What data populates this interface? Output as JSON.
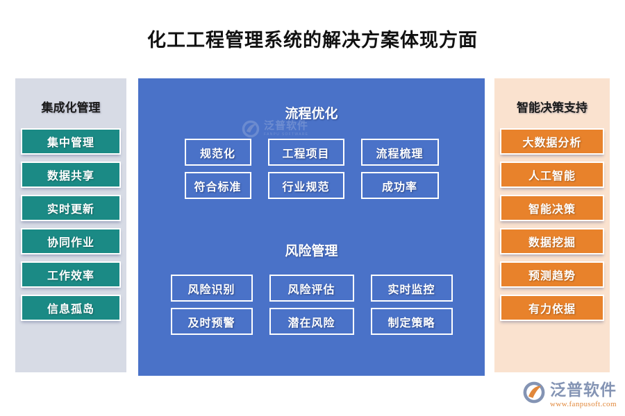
{
  "page": {
    "title": "化工工程管理系统的解决方案体现方面"
  },
  "left_column": {
    "header": "集成化管理",
    "accent_color": "#1b8a85",
    "panel_color": "#d7dbe5",
    "items": [
      {
        "label": "集中管理"
      },
      {
        "label": "数据共享"
      },
      {
        "label": "实时更新"
      },
      {
        "label": "协同作业"
      },
      {
        "label": "工作效率"
      },
      {
        "label": "信息孤岛"
      }
    ]
  },
  "center_column": {
    "panel_color": "#4a72c8",
    "sections": [
      {
        "title": "流程优化",
        "columns": [
          {
            "cells": [
              "规范化",
              "符合标准"
            ]
          },
          {
            "cells": [
              "工程项目",
              "行业规范"
            ]
          },
          {
            "cells": [
              "流程梳理",
              "成功率"
            ]
          }
        ]
      },
      {
        "title": "风险管理",
        "columns": [
          {
            "cells": [
              "风险识别",
              "及时预警"
            ]
          },
          {
            "cells": [
              "风险评估",
              "潜在风险"
            ]
          },
          {
            "cells": [
              "实时监控",
              "制定策略"
            ]
          }
        ]
      }
    ],
    "watermark": {
      "cn": "泛普软件",
      "en": "FANPU SOFTWARE"
    }
  },
  "right_column": {
    "header": "智能决策支持",
    "accent_color": "#e8822b",
    "panel_color": "#fae2cf",
    "items": [
      {
        "label": "大数据分析"
      },
      {
        "label": "人工智能"
      },
      {
        "label": "智能决策"
      },
      {
        "label": "数据挖掘"
      },
      {
        "label": "预测趋势"
      },
      {
        "label": "有力依据"
      }
    ]
  },
  "brand": {
    "name": "泛普软件",
    "url": "www.fanpusoft.com",
    "mark_blue": "#8494b4",
    "mark_orange": "#e1873a"
  }
}
